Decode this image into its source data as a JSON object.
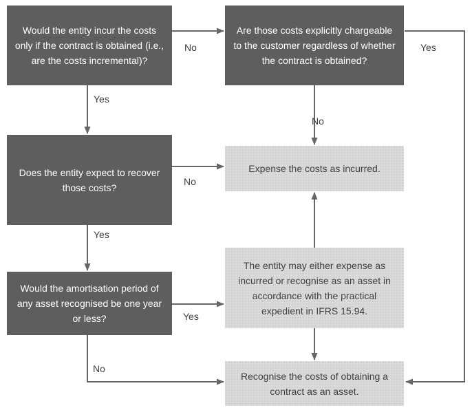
{
  "flowchart": {
    "description": "Decision tree for accounting for costs of obtaining a contract (IFRS 15)",
    "colors": {
      "question_fill": "#5e5e5e",
      "question_text": "#ffffff",
      "outcome_fill": "#dadada",
      "outcome_text": "#404040",
      "connector": "#666666",
      "edge_label_text": "#3f3f3f",
      "background": "#ffffff"
    },
    "nodes": [
      {
        "id": "q-incremental",
        "kind": "question",
        "text": "Would the entity incur the costs only if the contract is obtained (i.e., are the costs incremental)?"
      },
      {
        "id": "q-chargeable",
        "kind": "question",
        "text": "Are those costs explicitly chargeable to the customer regardless of whether the contract is obtained?"
      },
      {
        "id": "q-recover",
        "kind": "question",
        "text": "Does the entity expect to recover those costs?"
      },
      {
        "id": "outcome-expense",
        "kind": "outcome",
        "text": "Expense the costs as incurred."
      },
      {
        "id": "q-amortisation",
        "kind": "question",
        "text": "Would the amortisation period of any asset recognised be one year or less?"
      },
      {
        "id": "outcome-practical-expedient",
        "kind": "outcome",
        "text": "The entity may either expense as incurred or recognise as an asset in accordance with the practical expedient in IFRS 15.94."
      },
      {
        "id": "outcome-recognise-asset",
        "kind": "outcome",
        "text": "Recognise the costs of obtaining a contract as an asset."
      }
    ],
    "edge_labels": [
      {
        "id": "incremental-no",
        "text": "No"
      },
      {
        "id": "incremental-yes",
        "text": "Yes"
      },
      {
        "id": "chargeable-yes",
        "text": "Yes"
      },
      {
        "id": "chargeable-no",
        "text": "No"
      },
      {
        "id": "recover-no",
        "text": "No"
      },
      {
        "id": "recover-yes",
        "text": "Yes"
      },
      {
        "id": "amortisation-yes",
        "text": "Yes"
      },
      {
        "id": "amortisation-no",
        "text": "No"
      }
    ]
  }
}
